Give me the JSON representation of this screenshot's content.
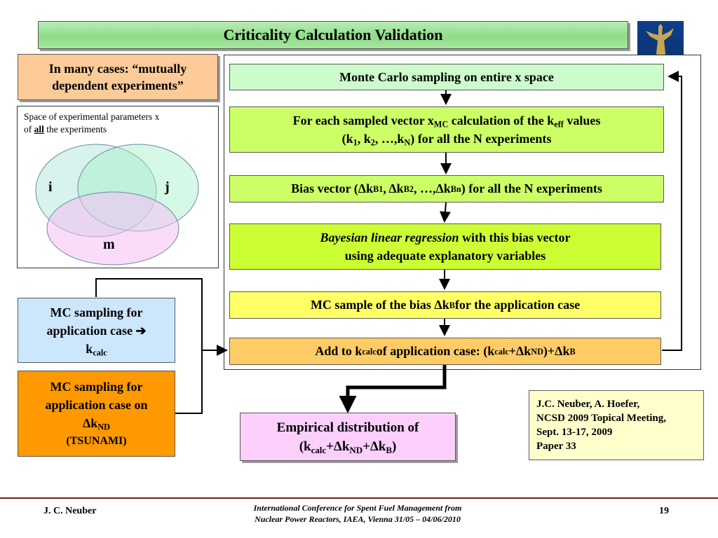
{
  "title": "Criticality Calculation Validation",
  "note_box": {
    "line1": "In many cases: “mutually",
    "line2": "dependent experiments”"
  },
  "venn": {
    "caption_line1": "Space of experimental parameters x",
    "caption_of": "of ",
    "caption_all": "all",
    "caption_rest": " the experiments",
    "label_i": "i",
    "label_j": "j",
    "label_m": "m"
  },
  "left_boxes": {
    "mc_app_line1": "MC sampling for",
    "mc_app_line2": "application case",
    "mc_app_arrow": "➔",
    "mc_app_k": "k",
    "mc_app_k_sub": "calc",
    "tsunami_line1": "MC sampling for",
    "tsunami_line2": "application case on",
    "tsunami_delta": "Δk",
    "tsunami_delta_sub": "ND",
    "tsunami_line4": "(TSUNAMI)"
  },
  "steps": {
    "monte_carlo": "Monte Carlo sampling on entire x space",
    "for_each": {
      "p1": "For each sampled vector x",
      "s1": "MC",
      "p2": " calculation of the k",
      "s2": "eff",
      "p3": " values",
      "p4": "(k",
      "s4": "1",
      "p5": ", k",
      "s5": "2",
      "p6": ", …,k",
      "s6": "N",
      "p7": ") for all the N experiments"
    },
    "bias": {
      "p1": "Bias vector (Δk",
      "s1": "B1",
      "p2": ", Δk",
      "s2": "B2",
      "p3": ", …,Δk",
      "s3": "Bn",
      "p4": ") for all the N experiments"
    },
    "bayes": {
      "italic": "Bayesian linear regression",
      "rest": " with this bias vector",
      "line2": "using adequate explanatory variables"
    },
    "mc_bias": {
      "p1": "MC sample of the bias Δk",
      "s1": "B",
      "p2": " for the application case"
    },
    "add": {
      "p1": "Add to k",
      "s1": "calc",
      "p2": " of application case: (k",
      "s2": "calc",
      "p3": "+Δk",
      "s3": "ND",
      "p4": ")+Δk",
      "s4": "B"
    }
  },
  "empirical": {
    "line1": "Empirical distribution of",
    "p1": "(k",
    "s1": "calc",
    "p2": "+Δk",
    "s2": "ND",
    "p3": "+Δk",
    "s3": "B",
    "p4": ")"
  },
  "reference": {
    "line1": "J.C. Neuber, A. Hoefer,",
    "line2": "NCSD 2009 Topical Meeting,",
    "line3": "Sept. 13-17, 2009",
    "line4": "Paper 33"
  },
  "footer": {
    "author": "J. C. Neuber",
    "conf_line1": "International Conference for Spent Fuel Management from",
    "conf_line2": "Nuclear Power Reactors, IAEA, Vienna 31/05 – 04/06/2010",
    "page_number": "19"
  },
  "colors": {
    "title_green": "#8edc88",
    "light_green": "#ccfccc",
    "lime": "#ccff66",
    "bright_lime": "#ccff33",
    "yellow": "#ffff66",
    "orange_light": "#ffcc66",
    "orange": "#ff9900",
    "peach": "#fccb98",
    "pink": "#fccffc",
    "light_blue": "#cce6fc",
    "cream": "#ffffcc"
  }
}
